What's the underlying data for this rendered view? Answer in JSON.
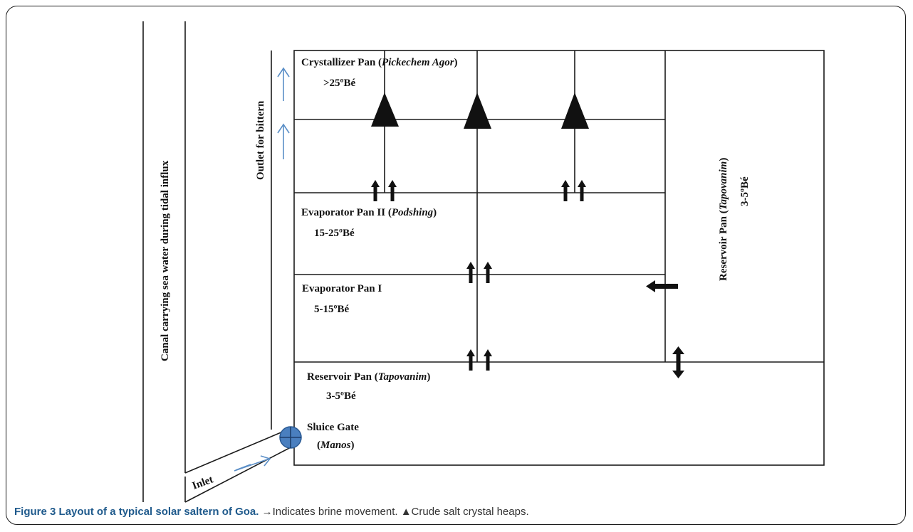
{
  "diagram": {
    "canal_label": "Canal carrying sea water during tidal influx",
    "outlet_label": "Outlet for bittern",
    "inlet_label": "Inlet",
    "crystallizer": {
      "title": "Crystallizer  Pan (",
      "title_italic": "Pickechem Agor",
      "title_end": ")",
      "brine": ">25ºBé"
    },
    "evaporator_2": {
      "title": "Evaporator  Pan II (",
      "title_italic": "Podshing",
      "title_end": ")",
      "brine": "15-25ºBé"
    },
    "evaporator_1": {
      "title": "Evaporator Pan I",
      "brine": "5-15ºBé"
    },
    "reservoir_bottom": {
      "title": "Reservoir Pan (",
      "title_italic": "Tapovanim",
      "title_end": ")",
      "brine": "3-5ºBé"
    },
    "reservoir_right": {
      "title": "Reservoir Pan (",
      "title_italic": "Tapovanim",
      "title_end": ")",
      "brine": "3-5ºBé"
    },
    "sluice_gate": {
      "title": "Sluice Gate",
      "subtitle_open": "(",
      "subtitle_italic": "Manos",
      "subtitle_close": ")"
    },
    "colors": {
      "line": "#1b1b1b",
      "water_arrow": "#5b8fc7",
      "gate_fill": "#4a7fbf",
      "gate_stroke": "#2a5a94"
    },
    "icons": [
      "brine-arrow-icon",
      "salt-heap-icon",
      "sluice-gate-icon",
      "water-flow-arrow-icon"
    ]
  },
  "caption": {
    "label": "Figure 3",
    "title": "Layout of a typical solar saltern of Goa.",
    "note_1": "→Indicates brine movement.",
    "note_2": "▲Crude salt crystal heaps."
  }
}
